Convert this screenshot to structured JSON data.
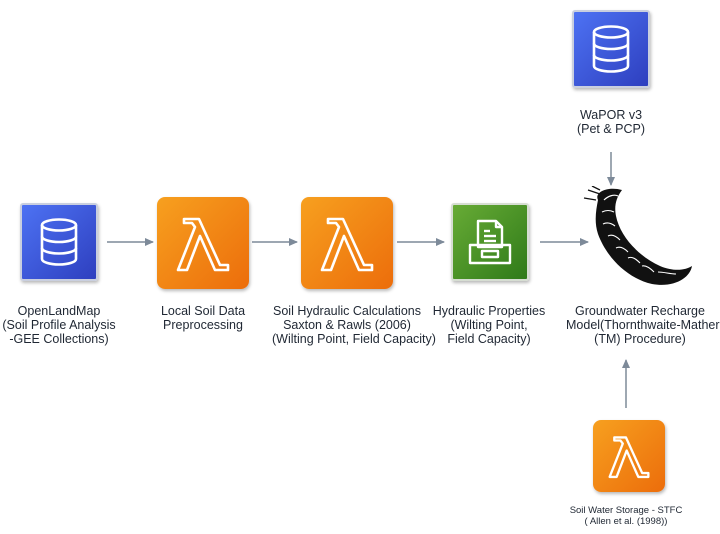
{
  "nodes": {
    "openlandmap": {
      "lines": [
        "OpenLandMap",
        "(Soil Profile Analysis",
        "-GEE Collections)"
      ],
      "icon": "database-icon"
    },
    "local_soil": {
      "lines": [
        "Local Soil Data",
        "Preprocessing"
      ],
      "icon": "lambda-icon"
    },
    "soil_hydraulic": {
      "lines": [
        "Soil Hydraulic Calculations",
        "Saxton & Rawls (2006)",
        "(Wilting Point, Field Capacity)"
      ],
      "icon": "lambda-icon"
    },
    "hydraulic_props": {
      "lines": [
        "Hydraulic Properties",
        "(Wilting Point,",
        "Field Capacity)"
      ],
      "icon": "storage-gateway-icon"
    },
    "recharge_model": {
      "lines": [
        "Groundwater Recharge",
        "Model(Thornthwaite-Mather",
        "(TM) Procedure)"
      ],
      "icon": "python-flask-horn-icon"
    },
    "wapor": {
      "lines": [
        "WaPOR v3",
        "(Pet & PCP)"
      ],
      "icon": "database-icon"
    },
    "soil_water": {
      "lines": [
        "Soil Water Storage - STFC",
        "( Allen et al. (1998))"
      ],
      "icon": "lambda-icon"
    }
  },
  "colors": {
    "database": "#3b5bdb",
    "lambda": "#f08a12",
    "gateway": "#4a9127",
    "arrow": "#7d8a99"
  }
}
